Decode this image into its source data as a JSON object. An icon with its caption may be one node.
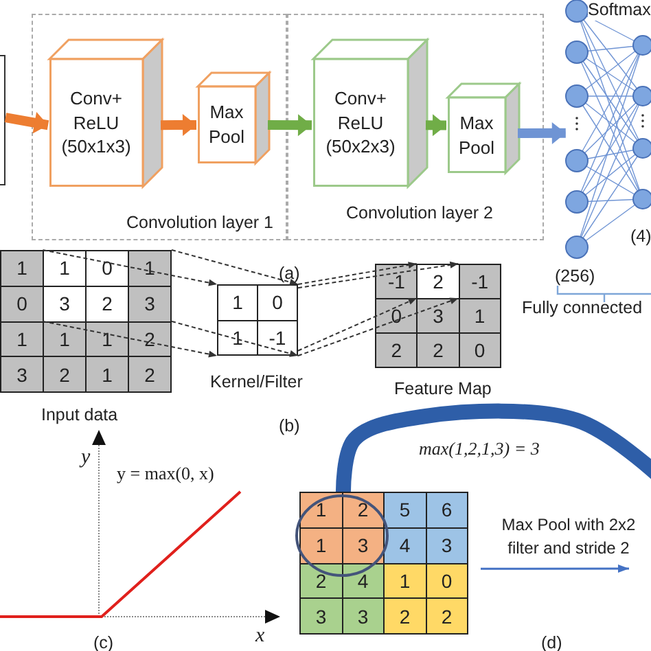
{
  "diagram": {
    "nodes": [
      {
        "text": [],
        "shape": "box"
      },
      {
        "text": [
          "Convolution layer 1"
        ]
      },
      {
        "text": [
          "Conv+ ReLU (50x1x3)"
        ],
        "in": 1
      },
      {
        "text": [
          "Max Pool"
        ],
        "in": 1
      },
      {
        "text": [
          "Convolution layer 2"
        ]
      },
      {
        "text": [
          "Conv+ ReLU (50x2x3)"
        ],
        "in": 4
      },
      {
        "text": [
          "Max Pool"
        ],
        "in": 4
      },
      {
        "text": [],
        "shape": "picture"
      },
      {
        "text": [
          "1",
          "1",
          "0",
          "1",
          "0",
          "3",
          "2",
          "3",
          "1",
          "1",
          "1",
          "2",
          "3",
          "2",
          "1",
          "2"
        ],
        "beside": [
          "Input data"
        ]
      },
      {
        "text": [
          "1",
          "0",
          "1",
          "-1"
        ],
        "beside": [
          "Kernel/Filter"
        ]
      },
      {
        "text": [
          "-1",
          "2",
          "-1",
          "0",
          "3",
          "1",
          "2",
          "2",
          "0"
        ],
        "beside": [
          "Feature Map"
        ]
      },
      {
        "text": [
          "1",
          "2",
          "5",
          "6",
          "1",
          "3",
          "4",
          "3",
          "2",
          "4",
          "1",
          "0",
          "3",
          "3",
          "2",
          "2"
        ]
      }
    ],
    "edges": [
      {
        "from": 0,
        "to": 2,
        "arrow": "to",
        "style": "thick",
        "color": "#ed7d31"
      },
      {
        "from": 2,
        "to": 3,
        "arrow": "to",
        "style": "thick",
        "color": "#ed7d31"
      },
      {
        "from": 3,
        "to": 5,
        "arrow": "to",
        "style": "thick",
        "color": "#70ad47"
      },
      {
        "from": 5,
        "to": 6,
        "arrow": "to",
        "style": "thick",
        "color": "#70ad47"
      },
      {
        "from": 6,
        "to": 7,
        "arrow": "to",
        "style": "thick",
        "color": "#6f94d4"
      },
      {
        "from": 8,
        "to": 9,
        "arrow": "to",
        "style": "dashed"
      },
      {
        "from": 8,
        "to": 9,
        "arrow": "to",
        "style": "dashed"
      },
      {
        "from": 8,
        "to": 9,
        "arrow": "to",
        "style": "dashed"
      },
      {
        "from": 8,
        "to": 9,
        "arrow": "to",
        "style": "dashed"
      },
      {
        "from": 9,
        "to": 10,
        "arrow": "to",
        "style": "dashed"
      },
      {
        "from": 9,
        "to": 10,
        "arrow": "to",
        "style": "dashed"
      },
      {
        "from": 9,
        "to": 10,
        "arrow": "to",
        "style": "dashed"
      },
      {
        "from": 9,
        "to": 10,
        "arrow": "to",
        "style": "dashed"
      },
      {
        "from": 11,
        "to": null,
        "arrow": "none",
        "style": "thick",
        "color": "#2e5ea8"
      },
      {
        "from": 11,
        "to": null,
        "arrow": "to",
        "label": "Max Pool with 2x2 filter and stride 2",
        "color": "#4472c4"
      }
    ],
    "labels": [
      "Softmax",
      "(4)",
      "(256)",
      "Fully connected",
      "(a)",
      "(b)",
      "y",
      "y = max(0, x)",
      "x",
      "(c)",
      "max(1,2,1,3) = 3",
      "(d)"
    ]
  }
}
